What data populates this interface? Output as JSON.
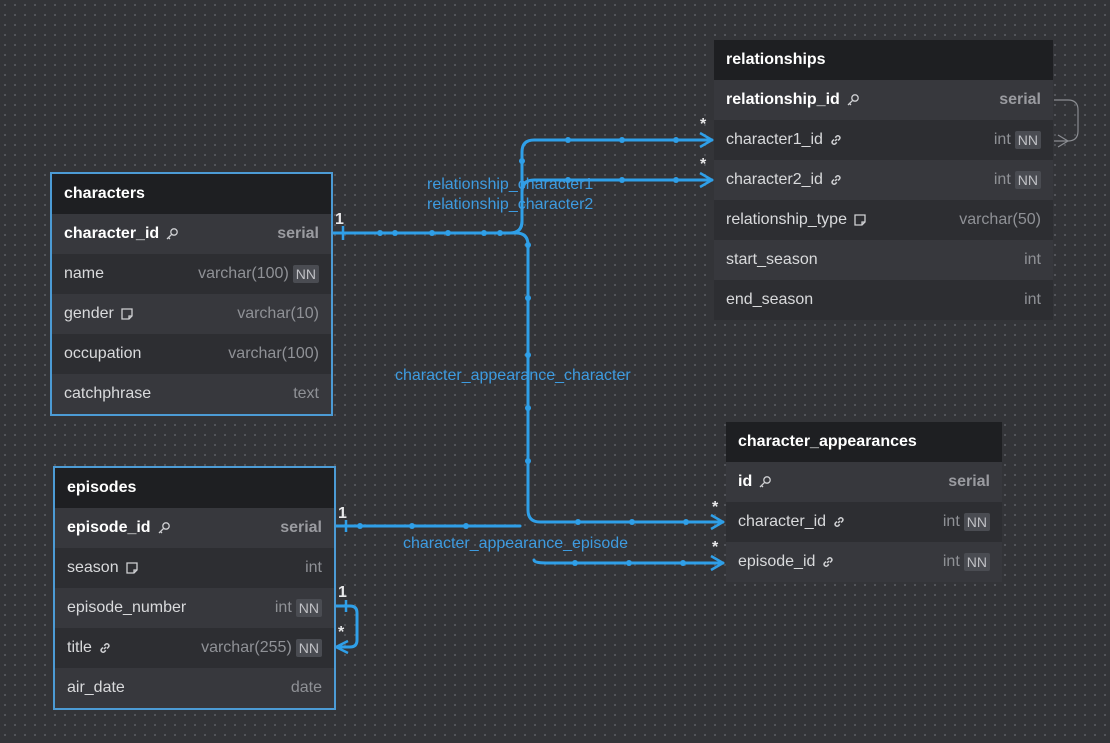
{
  "tables": {
    "characters": {
      "name": "characters",
      "fields": [
        {
          "name": "character_id",
          "type": "serial",
          "icon": "key-icon",
          "nn": ""
        },
        {
          "name": "name",
          "type": "varchar(100)",
          "icon": "",
          "nn": "NN"
        },
        {
          "name": "gender",
          "type": "varchar(10)",
          "icon": "note-icon",
          "nn": ""
        },
        {
          "name": "occupation",
          "type": "varchar(100)",
          "icon": "",
          "nn": ""
        },
        {
          "name": "catchphrase",
          "type": "text",
          "icon": "",
          "nn": ""
        }
      ]
    },
    "relationships": {
      "name": "relationships",
      "fields": [
        {
          "name": "relationship_id",
          "type": "serial",
          "icon": "key-icon",
          "nn": ""
        },
        {
          "name": "character1_id",
          "type": "int",
          "icon": "link-icon",
          "nn": "NN"
        },
        {
          "name": "character2_id",
          "type": "int",
          "icon": "link-icon",
          "nn": "NN"
        },
        {
          "name": "relationship_type",
          "type": "varchar(50)",
          "icon": "note-icon",
          "nn": ""
        },
        {
          "name": "start_season",
          "type": "int",
          "icon": "",
          "nn": ""
        },
        {
          "name": "end_season",
          "type": "int",
          "icon": "",
          "nn": ""
        }
      ]
    },
    "episodes": {
      "name": "episodes",
      "fields": [
        {
          "name": "episode_id",
          "type": "serial",
          "icon": "key-icon",
          "nn": ""
        },
        {
          "name": "season",
          "type": "int",
          "icon": "note-icon",
          "nn": ""
        },
        {
          "name": "episode_number",
          "type": "int",
          "icon": "",
          "nn": "NN"
        },
        {
          "name": "title",
          "type": "varchar(255)",
          "icon": "link-icon",
          "nn": "NN"
        },
        {
          "name": "air_date",
          "type": "date",
          "icon": "",
          "nn": ""
        }
      ]
    },
    "character_appearances": {
      "name": "character_appearances",
      "fields": [
        {
          "name": "id",
          "type": "serial",
          "icon": "key-icon",
          "nn": ""
        },
        {
          "name": "character_id",
          "type": "int",
          "icon": "link-icon",
          "nn": "NN"
        },
        {
          "name": "episode_id",
          "type": "int",
          "icon": "link-icon",
          "nn": "NN"
        }
      ]
    }
  },
  "relations": {
    "relationship_character1": "relationship_character1",
    "relationship_character2": "relationship_character2",
    "character_appearance_character": "character_appearance_character",
    "character_appearance_episode": "character_appearance_episode"
  },
  "cardinality": {
    "one": "1",
    "many": "*"
  },
  "colors": {
    "edge": "#2f9fe8",
    "label": "#3d9be0",
    "selected_border": "#4c9bd5",
    "self_ref_edge": "#8a8c91"
  }
}
